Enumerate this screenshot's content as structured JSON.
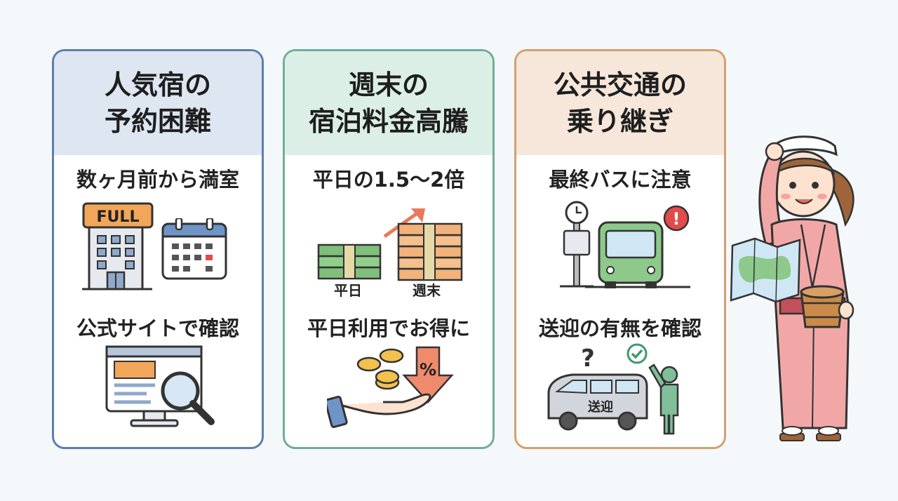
{
  "cards": [
    {
      "title_line1": "人気宿の",
      "title_line2": "予約困難",
      "point1": "数ヶ月前から満室",
      "point2": "公式サイトで確認",
      "sign_text": "FULL",
      "icons": [
        "hotel-building-icon",
        "calendar-icon",
        "website-search-icon"
      ],
      "accent": "#5b7fae"
    },
    {
      "title_line1": "週末の",
      "title_line2": "宿泊料金高騰",
      "point1": "平日の1.5〜2倍",
      "point2": "平日利用でお得に",
      "weekday_caption": "平日",
      "weekend_caption": "週末",
      "discount_symbol": "%",
      "icons": [
        "money-stack-icon",
        "arrow-up-icon",
        "coins-icon",
        "discount-arrow-icon"
      ],
      "accent": "#6fae9a"
    },
    {
      "title_line1": "公共交通の",
      "title_line2": "乗り継ぎ",
      "point1": "最終バスに注意",
      "point2": "送迎の有無を確認",
      "van_label": "送迎",
      "question_mark": "?",
      "warning_mark": "!",
      "icons": [
        "bus-stop-icon",
        "bus-icon",
        "warning-icon",
        "shuttle-van-icon",
        "check-icon",
        "person-icon"
      ],
      "accent": "#d3a070"
    }
  ],
  "mascot": {
    "icon": "yukata-woman-with-map-icon"
  }
}
